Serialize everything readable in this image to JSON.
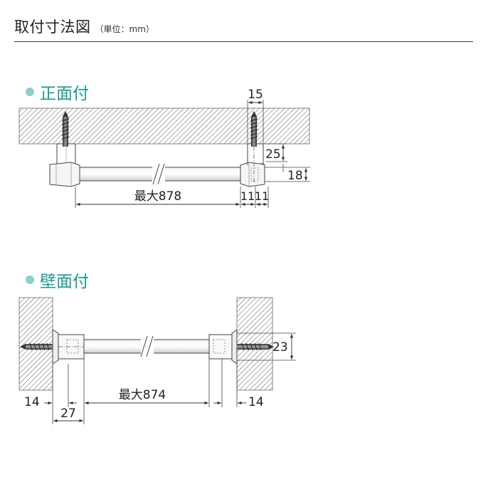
{
  "header": {
    "title": "取付寸法図",
    "unit": "（単位：mm）"
  },
  "sections": [
    {
      "label": "正面付",
      "dimensions": {
        "bracket_width": "15",
        "drop": "25",
        "bar_height": "18",
        "max_length": "最大878",
        "offset_a": "11",
        "offset_b": "11"
      }
    },
    {
      "label": "壁面付",
      "dimensions": {
        "bracket_height": "23",
        "left_gap": "14",
        "bracket_depth": "27",
        "max_length": "最大874",
        "right_gap": "14"
      }
    }
  ],
  "colors": {
    "accent": "#1a9c92",
    "dot": "#8cd0c8",
    "line": "#333333"
  }
}
